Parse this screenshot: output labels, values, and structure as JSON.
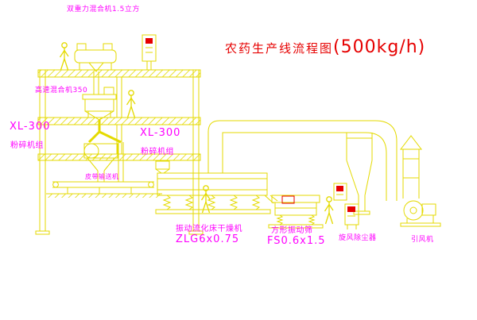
{
  "diagram": {
    "title": "农药生产线流程图",
    "capacity": "(500kg/h)"
  },
  "labels": {
    "gravity_mixer": "双重力混合机1.5立方",
    "high_speed_mixer": "高速混合机350",
    "mill_left": {
      "model": "XL-300",
      "name": "粉碎机组"
    },
    "mill_center": {
      "model": "XL-300",
      "name": "粉碎机组"
    },
    "belt_conveyor": "皮带输送机",
    "dryer": {
      "name": "振动流化床干燥机",
      "model": "ZLG6x0.75"
    },
    "sieve": {
      "name": "方形振动筛",
      "model": "FS0.6x1.5"
    },
    "cyclone": "旋风除尘器",
    "fan": "引风机"
  },
  "colors": {
    "background": "#ffffff",
    "drawing_line": "#e4da00",
    "label_text": "#ff00ff",
    "title_text": "#e60000",
    "accent_red": "#e60000"
  }
}
